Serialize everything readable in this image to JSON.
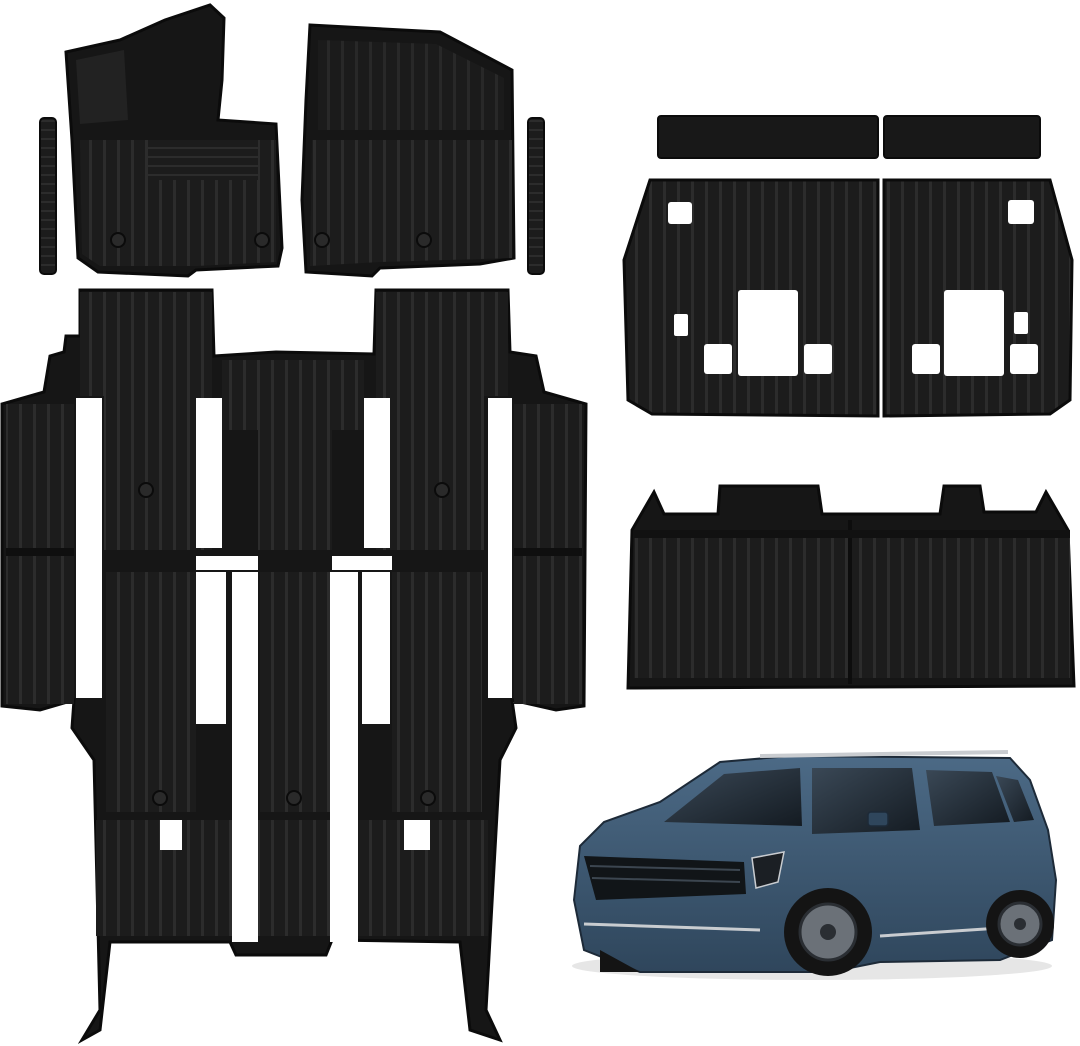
{
  "image": {
    "kind": "product-photo",
    "subject": "floor-mat-set-with-minivan",
    "background_color": "#ffffff",
    "mat_color": "#1c1c1c",
    "mat_edge_color": "#0d0d0d",
    "rib_color": "#2e2e2e",
    "van_body_color": "#3f5a73",
    "van_glass_color": "#1e2730",
    "van_trim_color": "#c9ccd0",
    "tire_color": "#141414"
  },
  "pieces": [
    "driver-front-mat",
    "passenger-front-mat",
    "left-door-sill-strip",
    "right-door-sill-strip",
    "second-third-row-liner",
    "seatback-protector-strip-left",
    "seatback-protector-strip-right",
    "seatback-cover-left",
    "seatback-cover-right",
    "cargo-liner",
    "minivan"
  ]
}
